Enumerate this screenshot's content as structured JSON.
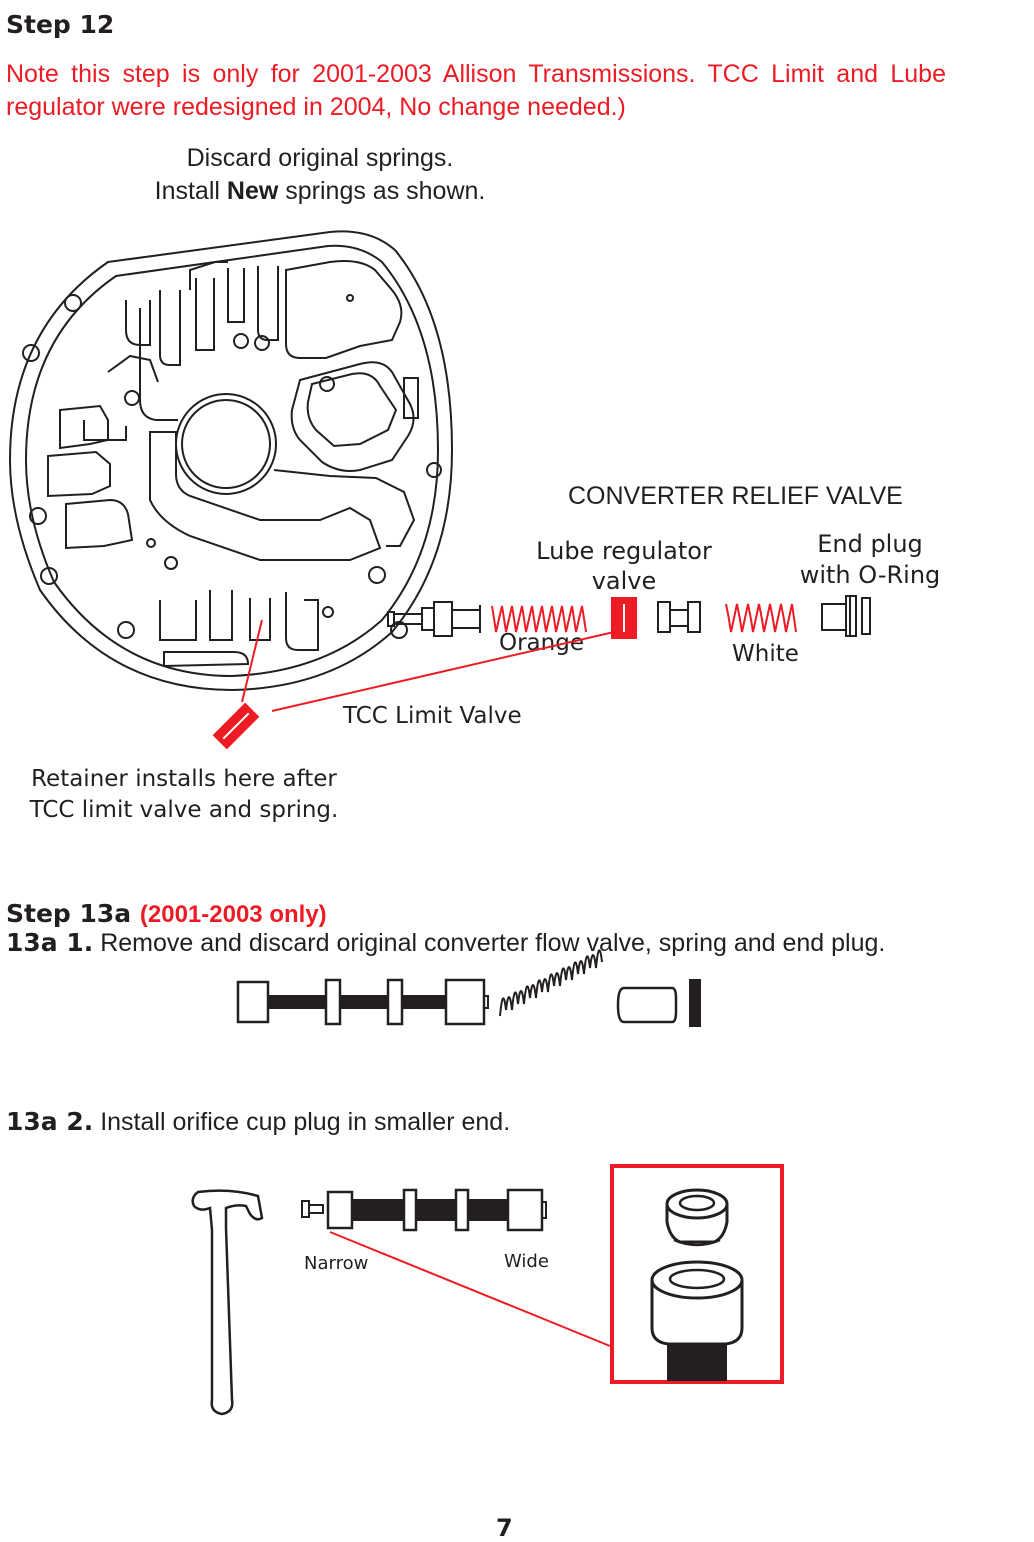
{
  "step12": {
    "title": "Step 12",
    "note": "Note this step is only for 2001-2003 Allison Transmissions. TCC Limit and Lube regulator were redesigned in 2004, No change needed.)",
    "discard_line": "Discard original springs.",
    "install_prefix": "Install ",
    "install_bold": "New",
    "install_suffix": " springs as shown.",
    "converter_relief_valve": "CONVERTER RELIEF VALVE",
    "lube_regulator_l1": "Lube regulator",
    "lube_regulator_l2": "valve",
    "end_plug_l1": "End plug",
    "end_plug_l2": "with O-Ring",
    "orange": "Orange",
    "white": "White",
    "tcc_limit_valve": "TCC Limit Valve",
    "retainer_l1": "Retainer installs here after",
    "retainer_l2": "TCC limit valve and spring."
  },
  "step13a": {
    "title": "Step 13a",
    "qualifier": "(2001-2003 only)",
    "item1_label": "13a 1.",
    "item1_text": " Remove and discard original converter flow valve, spring and end plug.",
    "item2_label": "13a 2.",
    "item2_text": " Install orifice cup plug in smaller end.",
    "narrow": "Narrow",
    "wide": "Wide"
  },
  "page_number": "7",
  "colors": {
    "accent_red": "#ed1c24",
    "ink": "#231f20"
  }
}
